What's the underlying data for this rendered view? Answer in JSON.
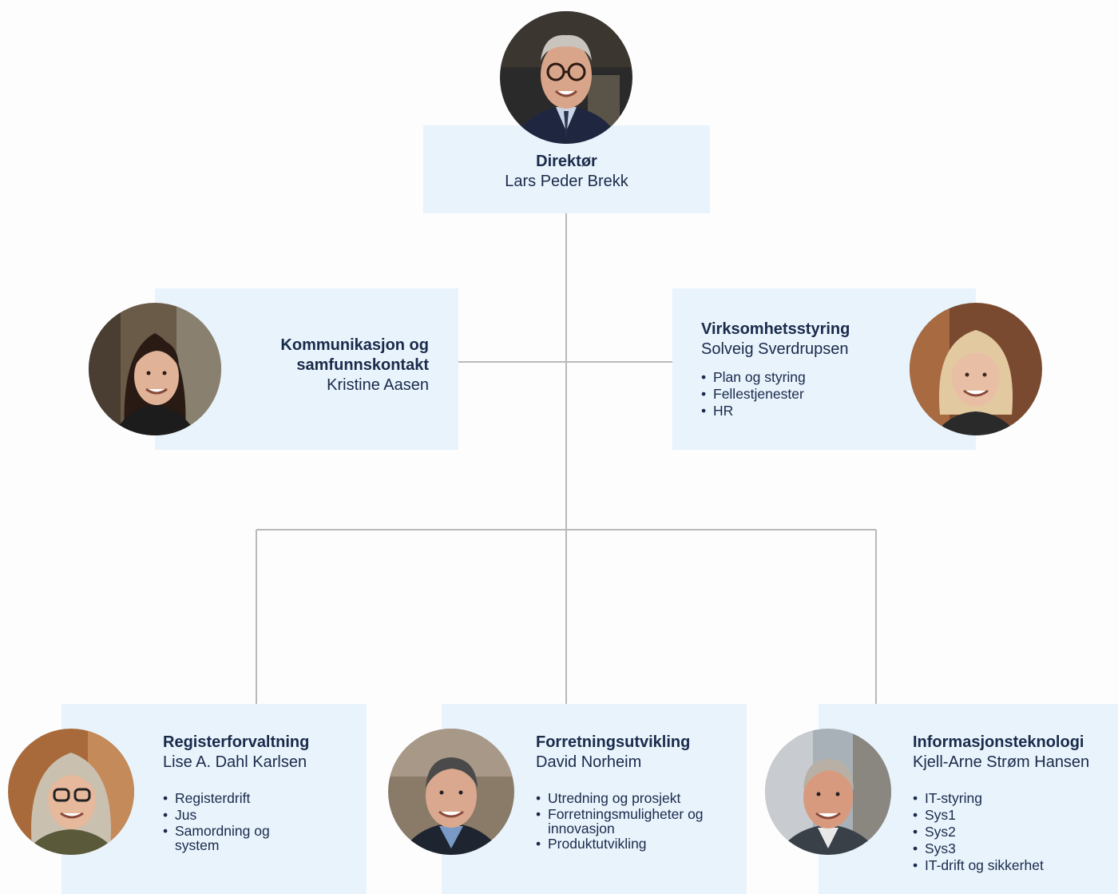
{
  "director": {
    "title": "Direktør",
    "name": "Lars Peder Brekk"
  },
  "staff_left": {
    "title_line1": "Kommunikasjon og",
    "title_line2": "samfunnskontakt",
    "name": "Kristine Aasen"
  },
  "staff_right": {
    "title": "Virksomhetsstyring",
    "name": "Solveig Sverdrupsen",
    "tasks": [
      "Plan og styring",
      "Fellestjenester",
      "HR"
    ]
  },
  "departments": [
    {
      "title": "Registerforvaltning",
      "name": "Lise A. Dahl Karlsen",
      "tasks": [
        "Registerdrift",
        "Jus",
        "Samordning og system"
      ]
    },
    {
      "title": "Forretningsutvikling",
      "name": "David Norheim",
      "tasks": [
        "Utredning og prosjekt",
        "Forretningsmuligheter og innovasjon",
        "Produktutvikling"
      ]
    },
    {
      "title": "Informasjonsteknologi",
      "name": "Kjell-Arne Strøm Hansen",
      "tasks": [
        "IT-styring",
        "Sys1",
        "Sys2",
        "Sys3",
        "IT-drift og sikkerhet"
      ]
    }
  ],
  "colors": {
    "box_fill": "#e8f3fc",
    "connector": "#b9b9b9",
    "text": "#1a2a4a"
  }
}
